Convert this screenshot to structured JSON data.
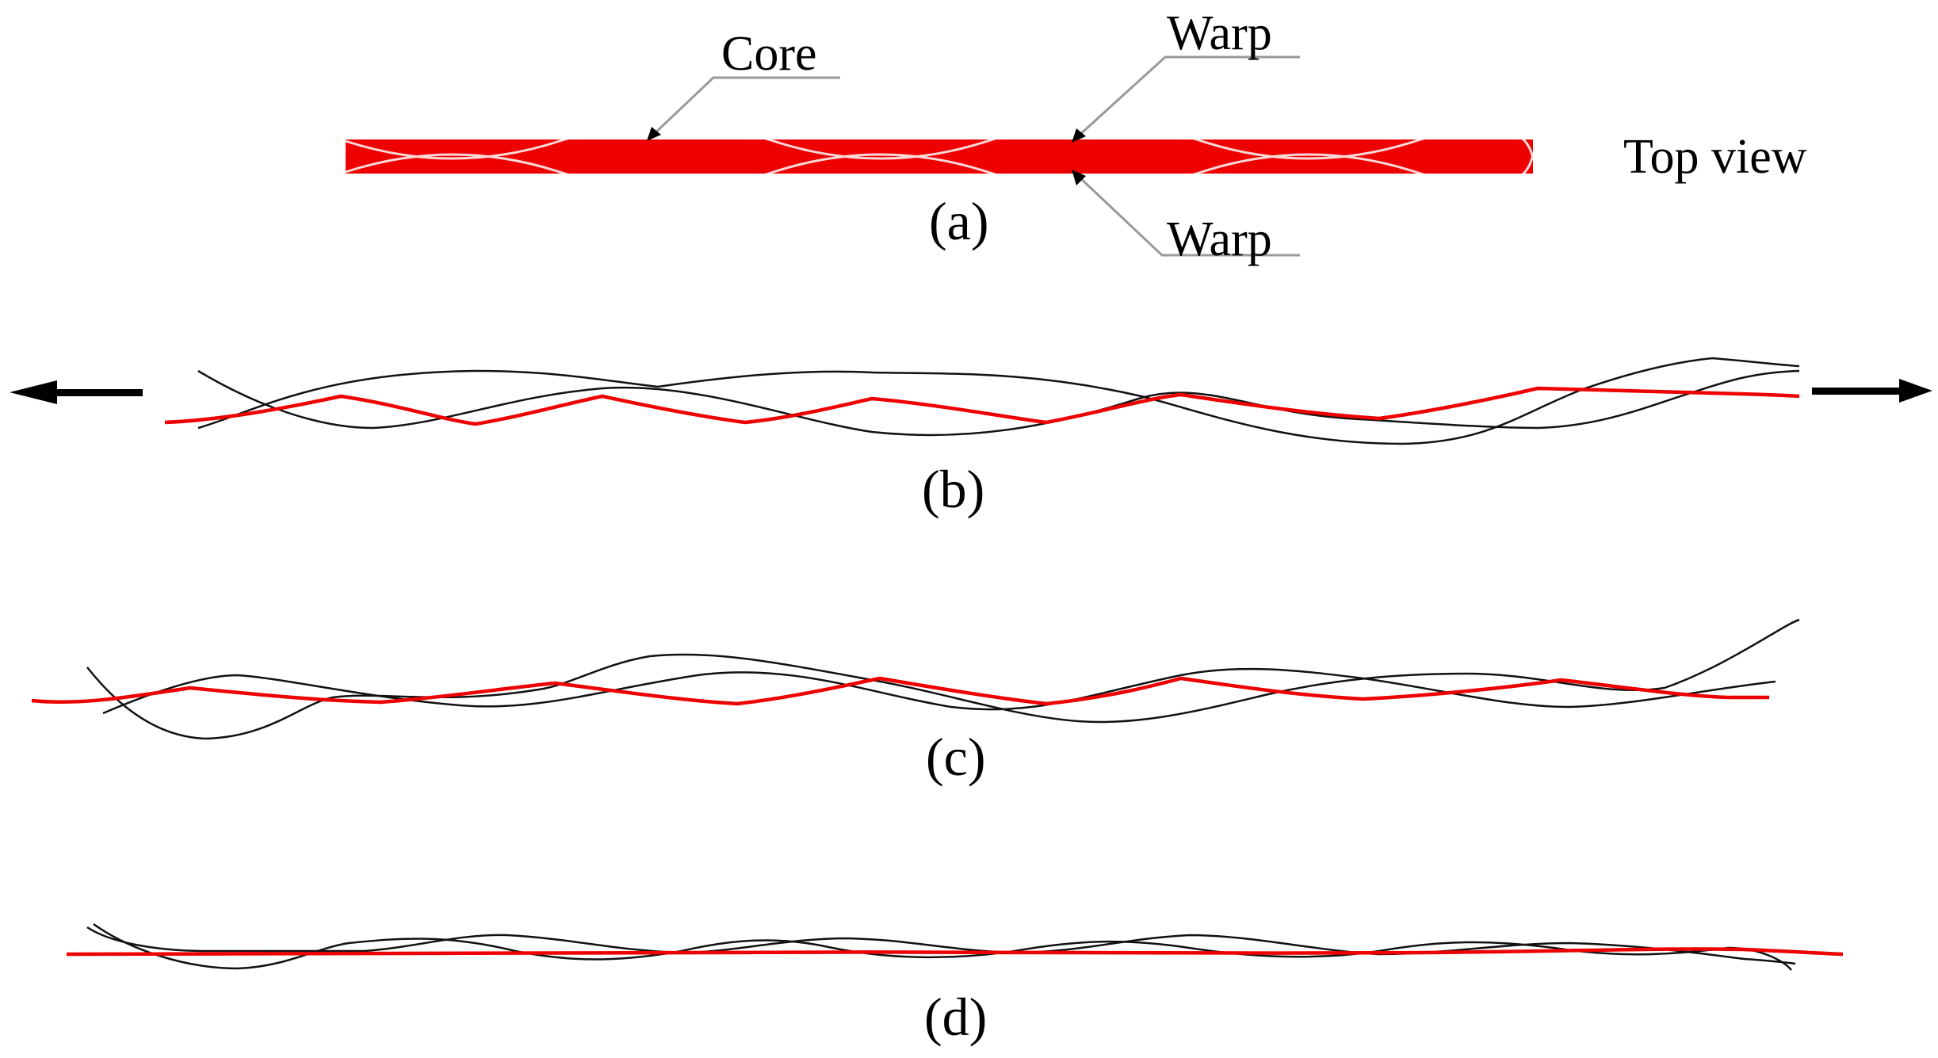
{
  "figure": {
    "colors": {
      "core": "#ee0000",
      "warp": "#111111",
      "background": "#ffffff"
    },
    "panel_a": {
      "caption": "(a)",
      "view_label": "Top view",
      "callouts": {
        "core": "Core",
        "warp_top": "Warp",
        "warp_bottom": "Warp"
      }
    },
    "panel_b": {
      "caption": "(b)"
    },
    "panel_c": {
      "caption": "(c)"
    },
    "panel_d": {
      "caption": "(d)"
    }
  }
}
